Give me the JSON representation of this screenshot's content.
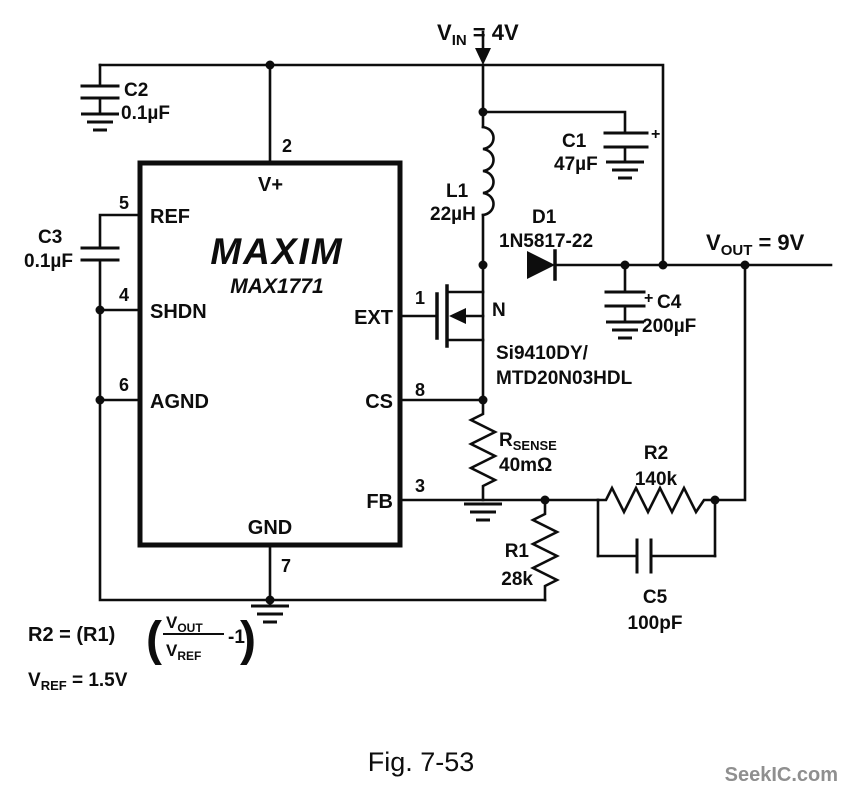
{
  "power": {
    "vin": {
      "base": "V",
      "sub": "IN",
      "rest": " = 4V"
    },
    "vout": {
      "base": "V",
      "sub": "OUT",
      "rest": " = 9V"
    }
  },
  "ic": {
    "logo": "MAXIM",
    "part": "MAX1771",
    "pins": {
      "vplus": {
        "num": "2",
        "label": "V+"
      },
      "ref": {
        "num": "5",
        "label": "REF"
      },
      "shdn": {
        "num": "4",
        "label": "SHDN"
      },
      "agnd": {
        "num": "6",
        "label": "AGND"
      },
      "ext": {
        "num": "1",
        "label": "EXT"
      },
      "cs": {
        "num": "8",
        "label": "CS"
      },
      "fb": {
        "num": "3",
        "label": "FB"
      },
      "gnd": {
        "num": "7",
        "label": "GND"
      }
    }
  },
  "components": {
    "c1": {
      "ref": "C1",
      "value": "47µF",
      "polarity": "+"
    },
    "c2": {
      "ref": "C2",
      "value": "0.1µF"
    },
    "c3": {
      "ref": "C3",
      "value": "0.1µF"
    },
    "c4": {
      "ref": "C4",
      "value": "200µF",
      "polarity": "+"
    },
    "c5": {
      "ref": "C5",
      "value": "100pF"
    },
    "l1": {
      "ref": "L1",
      "value": "22µH"
    },
    "d1": {
      "ref": "D1",
      "value": "1N5817-22"
    },
    "r1": {
      "ref": "R1",
      "value": "28k"
    },
    "r2": {
      "ref": "R2",
      "value": "140k"
    },
    "rsense": {
      "base": "R",
      "sub": "SENSE",
      "value": "40mΩ"
    },
    "mosfet": {
      "channel": "N",
      "part_line1": "Si9410DY/",
      "part_line2": "MTD20N03HDL"
    }
  },
  "formula": {
    "lhs": "R2 = (R1)",
    "paren_open": "(",
    "paren_close": ")",
    "numerator": {
      "base": "V",
      "sub": "OUT"
    },
    "denominator": {
      "base": "V",
      "sub": "REF"
    },
    "tail": "-1",
    "vref": {
      "base": "V",
      "sub": "REF",
      "rest": " = 1.5V"
    }
  },
  "caption": "Fig. 7-53",
  "watermark": "SeekIC.com"
}
